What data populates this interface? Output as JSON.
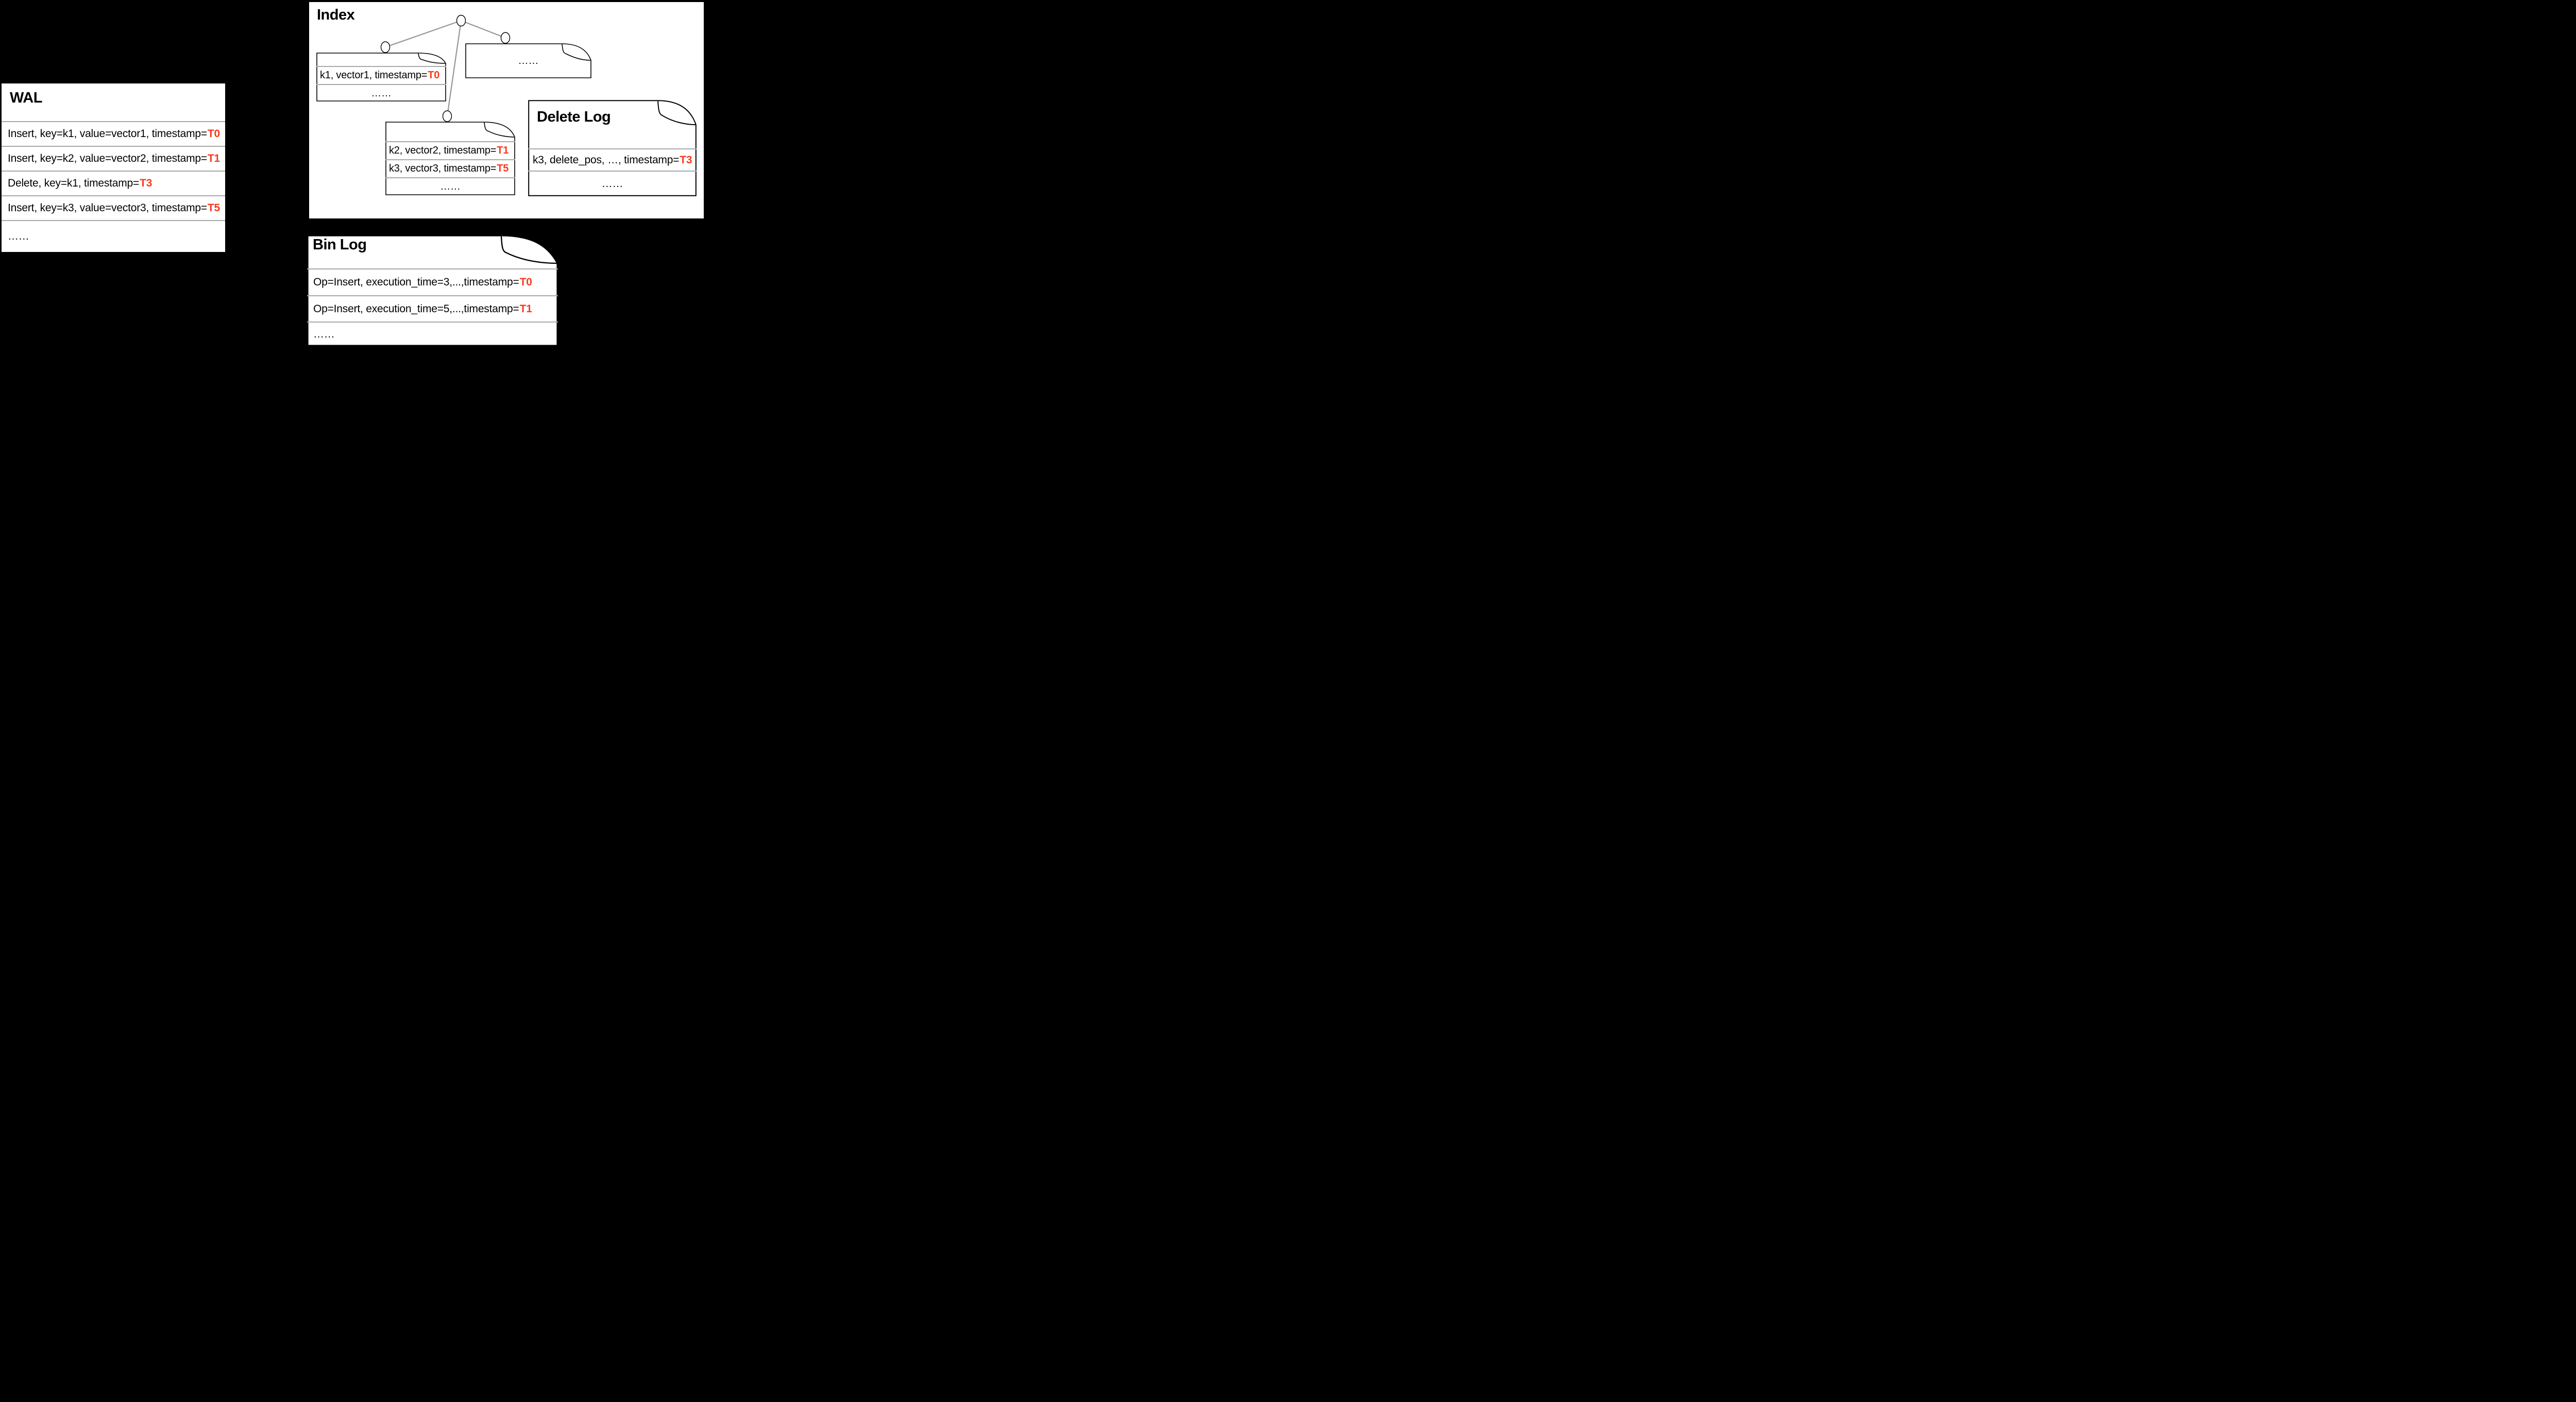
{
  "colors": {
    "timestamp_red": "#fb391e",
    "separator_gray": "#a9a9a9",
    "tree_line_gray": "#969696"
  },
  "wal": {
    "title": "WAL",
    "rows": [
      {
        "text": "Insert, key=k1, value=vector1, timestamp=",
        "ts": "T0"
      },
      {
        "text": "Insert, key=k2, value=vector2, timestamp=",
        "ts": "T1"
      },
      {
        "text": "Delete, key=k1, timestamp=",
        "ts": "T3"
      },
      {
        "text": "Insert, key=k3, value=vector3, timestamp=",
        "ts": "T5"
      }
    ],
    "ellipsis": "……"
  },
  "index": {
    "title": "Index",
    "doc1": {
      "rows": [
        {
          "text": "k1, vector1, timestamp=",
          "ts": "T0"
        }
      ],
      "ellipsis": "……"
    },
    "doc2": {
      "ellipsis": "……"
    },
    "doc3": {
      "rows": [
        {
          "text": "k2, vector2, timestamp=",
          "ts": "T1"
        },
        {
          "text": "k3, vector3, timestamp=",
          "ts": "T5"
        }
      ],
      "ellipsis": "……"
    },
    "delete_log": {
      "title": "Delete Log",
      "rows": [
        {
          "text": "k3, delete_pos, …, timestamp=",
          "ts": "T3"
        }
      ],
      "ellipsis": "……"
    }
  },
  "bin_log": {
    "title": "Bin Log",
    "rows": [
      {
        "text": "Op=Insert, execution_time=3,...,timestamp=",
        "ts": "T0"
      },
      {
        "text": "Op=Insert, execution_time=5,...,timestamp=",
        "ts": "T1"
      }
    ],
    "ellipsis": "……"
  }
}
